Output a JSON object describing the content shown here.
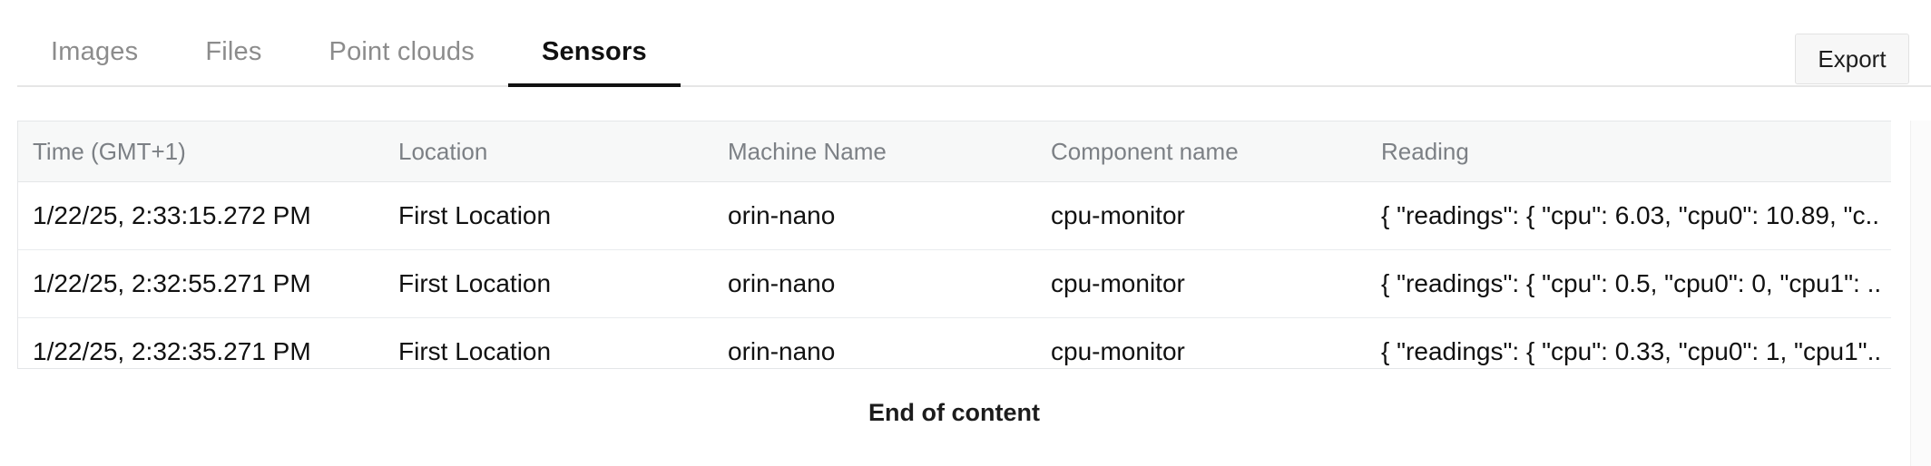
{
  "tabs": [
    {
      "label": "Images",
      "active": false
    },
    {
      "label": "Files",
      "active": false
    },
    {
      "label": "Point clouds",
      "active": false
    },
    {
      "label": "Sensors",
      "active": true
    }
  ],
  "toolbar": {
    "export_label": "Export"
  },
  "table": {
    "columns": [
      "Time (GMT+1)",
      "Location",
      "Machine Name",
      "Component name",
      "Reading"
    ],
    "rows": [
      {
        "time": "1/22/25, 2:33:15.272 PM",
        "location": "First Location",
        "machine": "orin-nano",
        "component": "cpu-monitor",
        "reading": "{ \"readings\": { \"cpu\": 6.03, \"cpu0\": 10.89, \"c.."
      },
      {
        "time": "1/22/25, 2:32:55.271 PM",
        "location": "First Location",
        "machine": "orin-nano",
        "component": "cpu-monitor",
        "reading": "{ \"readings\": { \"cpu\": 0.5, \"cpu0\": 0, \"cpu1\": .."
      },
      {
        "time": "1/22/25, 2:32:35.271 PM",
        "location": "First Location",
        "machine": "orin-nano",
        "component": "cpu-monitor",
        "reading": "{ \"readings\": { \"cpu\": 0.33, \"cpu0\": 1, \"cpu1\".."
      }
    ]
  },
  "footer": {
    "end_of_content": "End of content"
  },
  "colors": {
    "active_tab": "#111111",
    "inactive_tab": "#8c8c8c",
    "header_bg": "#f7f8f8",
    "header_text": "#7c8085",
    "border": "#e4e6e8",
    "button_bg": "#f7f7f7"
  }
}
